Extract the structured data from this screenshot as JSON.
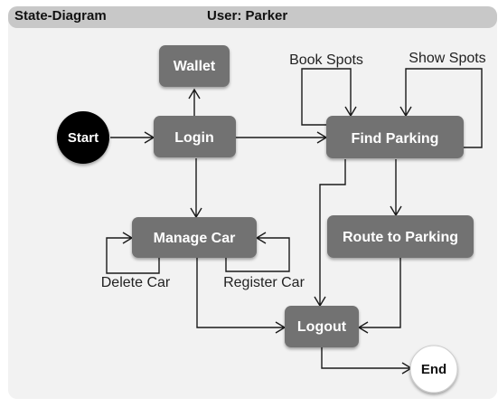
{
  "header": {
    "diagram_name": "State-Diagram",
    "user_label": "User: Parker"
  },
  "nodes": {
    "start": "Start",
    "wallet": "Wallet",
    "login": "Login",
    "find_parking": "Find Parking",
    "manage_car": "Manage Car",
    "route_to_parking": "Route to Parking",
    "logout": "Logout",
    "end": "End"
  },
  "edge_labels": {
    "book_spots": "Book Spots",
    "show_spots": "Show Spots",
    "delete_car": "Delete Car",
    "register_car": "Register Car"
  },
  "colors": {
    "state_fill": "#727272",
    "start_fill": "#000000",
    "end_fill": "#ffffff",
    "header_fill": "#c8c8c8",
    "canvas_fill": "#f2f2f2"
  }
}
